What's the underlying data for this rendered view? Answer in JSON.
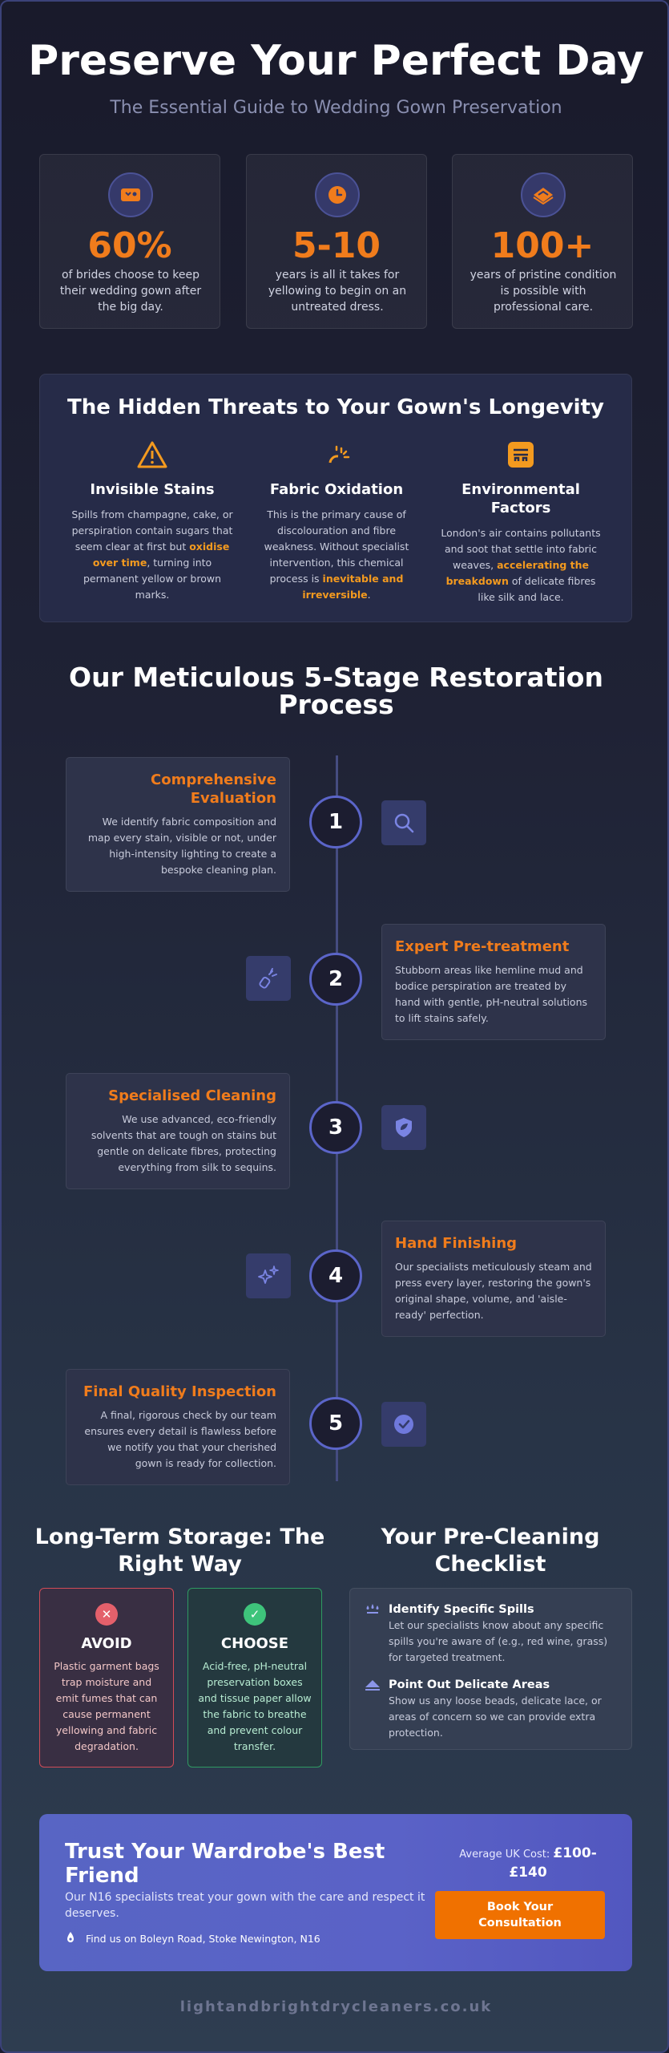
{
  "header": {
    "title": "Preserve Your Perfect Day",
    "subtitle": "The Essential Guide to Wedding Gown Preservation"
  },
  "stats": [
    {
      "icon": "wedding-gown-card-icon",
      "value": "60%",
      "text": "of brides choose to keep their wedding gown after the big day."
    },
    {
      "icon": "clock-icon",
      "value": "5-10",
      "text": "years is all it takes for yellowing to begin on an untreated dress."
    },
    {
      "icon": "layers-icon",
      "value": "100+",
      "text": "years of pristine condition is possible with professional care."
    }
  ],
  "threats": {
    "title": "The Hidden Threats to Your Gown's Longevity",
    "items": [
      {
        "icon": "warning-icon",
        "name": "Invisible Stains",
        "text_before": "Spills from champagne, cake, or perspiration contain sugars that seem clear at first but ",
        "highlight": "oxidise over time",
        "text_after": ", turning into permanent yellow or brown marks."
      },
      {
        "icon": "sun-icon",
        "name": "Fabric Oxidation",
        "text_before": "This is the primary cause of discolouration and fibre weakness. Without specialist intervention, this chemical process is ",
        "highlight": "inevitable and irreversible",
        "text_after": "."
      },
      {
        "icon": "factory-icon",
        "name": "Environmental Factors",
        "text_before": "London's air contains pollutants and soot that settle into fabric weaves, ",
        "highlight": "accelerating the breakdown",
        "text_after": " of delicate fibres like silk and lace."
      }
    ]
  },
  "process": {
    "title": "Our Meticulous 5-Stage Restoration Process",
    "steps": [
      {
        "number": "1",
        "name": "Comprehensive Evaluation",
        "text": "We identify fabric composition and map every stain, visible or not, under high-intensity lighting to create a bespoke cleaning plan.",
        "icon": "magnifier-icon"
      },
      {
        "number": "2",
        "name": "Expert Pre-treatment",
        "text": "Stubborn areas like hemline mud and bodice perspiration are treated by hand with gentle, pH-neutral solutions to lift stains safely.",
        "icon": "spray-bottle-icon"
      },
      {
        "number": "3",
        "name": "Specialised Cleaning",
        "text": "We use advanced, eco-friendly solvents that are tough on stains but gentle on delicate fibres, protecting everything from silk to sequins.",
        "icon": "shield-leaf-icon"
      },
      {
        "number": "4",
        "name": "Hand Finishing",
        "text": "Our specialists meticulously steam and press every layer, restoring the gown's original shape, volume, and 'aisle-ready' perfection.",
        "icon": "sparkles-icon"
      },
      {
        "number": "5",
        "name": "Final Quality Inspection",
        "text": "A final, rigorous check by our team ensures every detail is flawless before we notify you that your cherished gown is ready for collection.",
        "icon": "check-badge-icon"
      }
    ]
  },
  "storage": {
    "title": "Long-Term Storage: The Right Way",
    "avoid": {
      "badge": "✕",
      "label": "AVOID",
      "text": "Plastic garment bags trap moisture and emit fumes that can cause permanent yellowing and fabric degradation."
    },
    "choose": {
      "badge": "✓",
      "label": "CHOOSE",
      "text": "Acid-free, pH-neutral preservation boxes and tissue paper allow the fabric to breathe and prevent colour transfer."
    }
  },
  "checklist": {
    "title": "Your Pre-Cleaning Checklist",
    "items": [
      {
        "icon": "droplets-icon",
        "head": "Identify Specific Spills",
        "text": "Let our specialists know about any specific spills you're aware of (e.g., red wine, grass) for targeted treatment."
      },
      {
        "icon": "lace-icon",
        "head": "Point Out Delicate Areas",
        "text": "Show us any loose beads, delicate lace, or areas of concern so we can provide extra protection."
      }
    ]
  },
  "cta": {
    "title": "Trust Your Wardrobe's Best Friend",
    "text": "Our N16 specialists treat your gown with the care and respect it deserves.",
    "location": "Find us on Boleyn Road, Stoke Newington, N16",
    "price_label": "Average UK Cost:",
    "price_value": "£100-£140",
    "button": "Book Your Consultation"
  },
  "footer": {
    "site": "lightandbrightdrycleaners.co.uk"
  },
  "colors": {
    "accent": "#f07c1c",
    "primary": "#5b65c9",
    "avoid": "#d24b57",
    "choose": "#2f9a62"
  }
}
